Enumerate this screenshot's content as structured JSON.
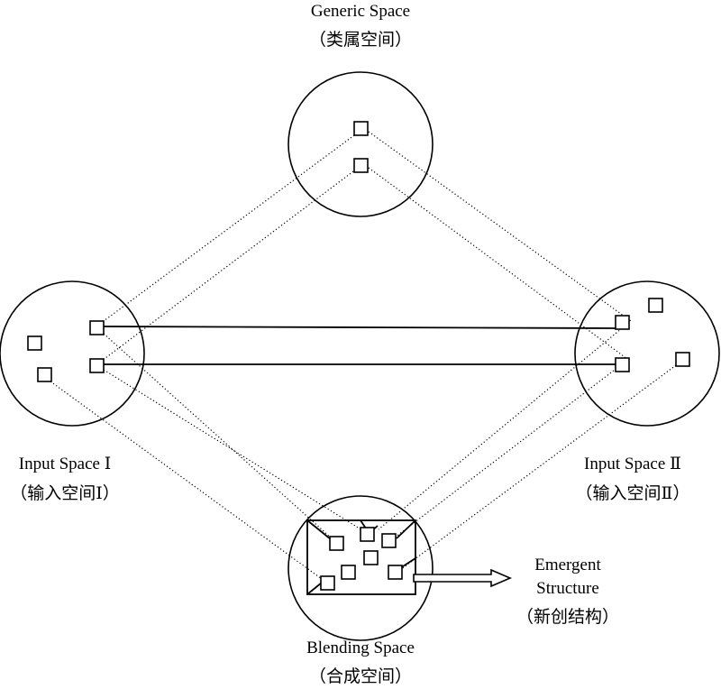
{
  "generic_space": {
    "title": "Generic Space",
    "subtitle": "（类属空间）"
  },
  "input_space_1": {
    "title": "Input Space Ⅰ",
    "subtitle": "（输入空间Ⅰ）"
  },
  "input_space_2": {
    "title": "Input Space Ⅱ",
    "subtitle": "（输入空间Ⅱ）"
  },
  "blending_space": {
    "title": "Blending Space",
    "subtitle": "（合成空间）"
  },
  "emergent_structure": {
    "line1": "Emergent",
    "line2": "Structure",
    "line3": "（新创结构）"
  },
  "colors": {
    "stroke": "#000000",
    "background": "#ffffff"
  }
}
